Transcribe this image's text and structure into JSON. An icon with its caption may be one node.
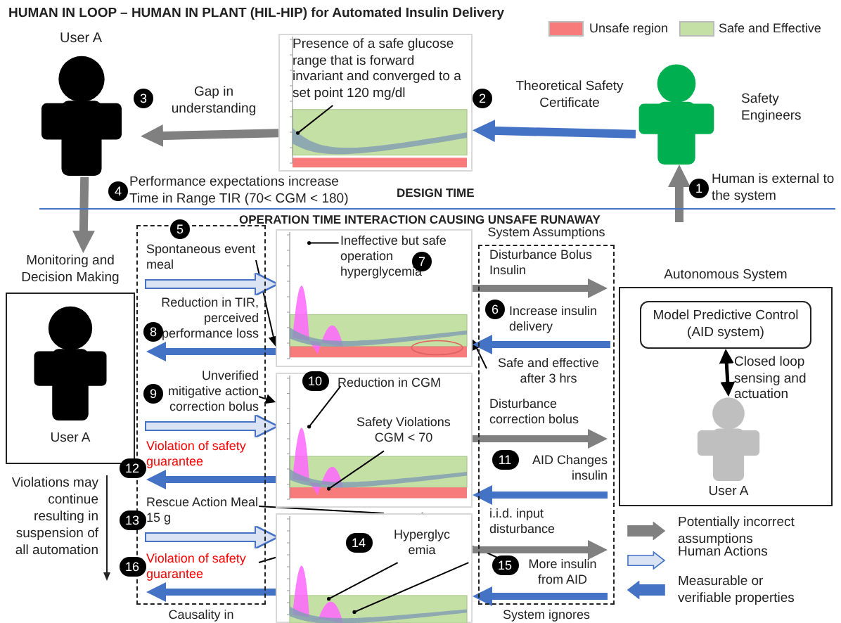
{
  "diagram": {
    "title": "HUMAN IN LOOP – HUMAN IN PLANT (HIL-HIP) for Automated Insulin Delivery",
    "nodes": [
      {
        "text": [
          "User A"
        ]
      },
      {
        "text": [
          "Presence of a safe glucose range that is forward invariant and converged to a set point 120 mg/dl"
        ]
      },
      {
        "text": [
          "Safety Engineers"
        ]
      },
      {
        "text": [
          "Monitoring and Decision Making",
          "User A"
        ]
      },
      {
        "text": [
          "Causality in"
        ]
      },
      {
        "text": [
          "Spontaneous event meal"
        ],
        "in": 4
      },
      {
        "text": [
          "Reduction in TIR, perceived performance loss"
        ],
        "in": 4
      },
      {
        "text": [
          "Unverified mitigative action correction bolus"
        ],
        "in": 4
      },
      {
        "text": [
          "Violation of safety guarantee"
        ],
        "in": 4
      },
      {
        "text": [
          "Rescue Action Meal 15 g"
        ],
        "in": 4
      },
      {
        "text": [
          "Violation of safety guarantee"
        ],
        "in": 4
      },
      {
        "text": [
          "Ineffective but safe operation hyperglycemia"
        ]
      },
      {
        "text": [
          "Reduction in CGM",
          "Safety Violations CGM < 70"
        ]
      },
      {
        "text": [
          "Hyperglyc emia"
        ]
      },
      {
        "text": [
          "System Assumptions",
          "System ignores"
        ]
      },
      {
        "text": [
          "Disturbance Bolus Insulin"
        ],
        "in": 14
      },
      {
        "text": [
          "Increase insulin delivery"
        ],
        "in": 14
      },
      {
        "text": [
          "Safe and effective after 3 hrs"
        ],
        "in": 14
      },
      {
        "text": [
          "Disturbance correction bolus"
        ],
        "in": 14
      },
      {
        "text": [
          "AID Changes insulin"
        ],
        "in": 14
      },
      {
        "text": [
          "i.i.d. input disturbance"
        ],
        "in": 14
      },
      {
        "text": [
          "More insulin from AID"
        ],
        "in": 14
      },
      {
        "text": [
          "Autonomous System"
        ]
      },
      {
        "text": [
          "Model Predictive Control (AID system)"
        ],
        "in": 22
      },
      {
        "text": [
          "User A"
        ],
        "in": 22
      }
    ],
    "edges": [
      {
        "from": null,
        "to": 2,
        "arrow": "to",
        "label": "Human is external to the system",
        "color": "#808080"
      },
      {
        "from": 2,
        "to": 1,
        "arrow": "to",
        "label": "Theoretical Safety Certificate",
        "color": "#4472c4"
      },
      {
        "from": 1,
        "to": 0,
        "arrow": "to",
        "label": "Gap in understanding",
        "color": "#808080"
      },
      {
        "from": 0,
        "to": 3,
        "arrow": "to",
        "label": "Performance expectations increase Time in Range TIR (70< CGM < 180)",
        "color": "#808080"
      },
      {
        "from": 5,
        "to": 11,
        "arrow": "to",
        "color": "#000000"
      },
      {
        "from": 7,
        "to": 12,
        "arrow": "to",
        "color": "#000000"
      },
      {
        "from": 9,
        "to": 13,
        "arrow": "none",
        "color": "#000000"
      },
      {
        "from": 10,
        "to": 13,
        "arrow": "none",
        "color": "#000000"
      },
      {
        "from": 17,
        "to": 11,
        "arrow": "to",
        "color": "#000000"
      },
      {
        "from": 21,
        "to": 13,
        "arrow": "none",
        "color": "#000000"
      },
      {
        "from": 23,
        "to": 24,
        "arrow": "both",
        "label": "Closed loop sensing and actuation",
        "color": "#000000"
      },
      {
        "from": 5,
        "to": 11,
        "arrow": "to",
        "color": "#dae3f3"
      },
      {
        "from": 11,
        "to": 6,
        "arrow": "to",
        "color": "#4472c4"
      },
      {
        "from": 7,
        "to": 12,
        "arrow": "to",
        "color": "#dae3f3"
      },
      {
        "from": 12,
        "to": 8,
        "arrow": "to",
        "color": "#4472c4"
      },
      {
        "from": 9,
        "to": 13,
        "arrow": "to",
        "color": "#dae3f3"
      },
      {
        "from": 13,
        "to": 10,
        "arrow": "to",
        "color": "#4472c4"
      },
      {
        "from": 11,
        "to": 15,
        "arrow": "to",
        "color": "#808080"
      },
      {
        "from": 16,
        "to": 11,
        "arrow": "to",
        "color": "#4472c4"
      },
      {
        "from": 12,
        "to": 18,
        "arrow": "to",
        "color": "#808080"
      },
      {
        "from": 19,
        "to": 12,
        "arrow": "to",
        "color": "#4472c4"
      },
      {
        "from": 13,
        "to": 20,
        "arrow": "to",
        "color": "#808080"
      },
      {
        "from": 21,
        "to": 13,
        "arrow": "to",
        "color": "#4472c4"
      }
    ],
    "labels": [
      "3",
      "2",
      "4",
      "1",
      "DESIGN TIME",
      "OPERATION TIME INTERACTION CAUSING UNSAFE RUNAWAY",
      "5",
      "7",
      "8",
      "6",
      "9",
      "10",
      "12",
      "Violations may continue resulting in suspension of all automation",
      "11",
      "13",
      "14",
      "15",
      "16"
    ],
    "legend": [
      {
        "text": "Unsafe region",
        "color": "#f77b7b"
      },
      {
        "text": "Safe and Effective",
        "color": "#c5e0a5"
      },
      {
        "text": "Potentially incorrect assumptions"
      },
      {
        "text": "Human Actions"
      },
      {
        "text": "Measurable or verifiable properties"
      }
    ]
  }
}
